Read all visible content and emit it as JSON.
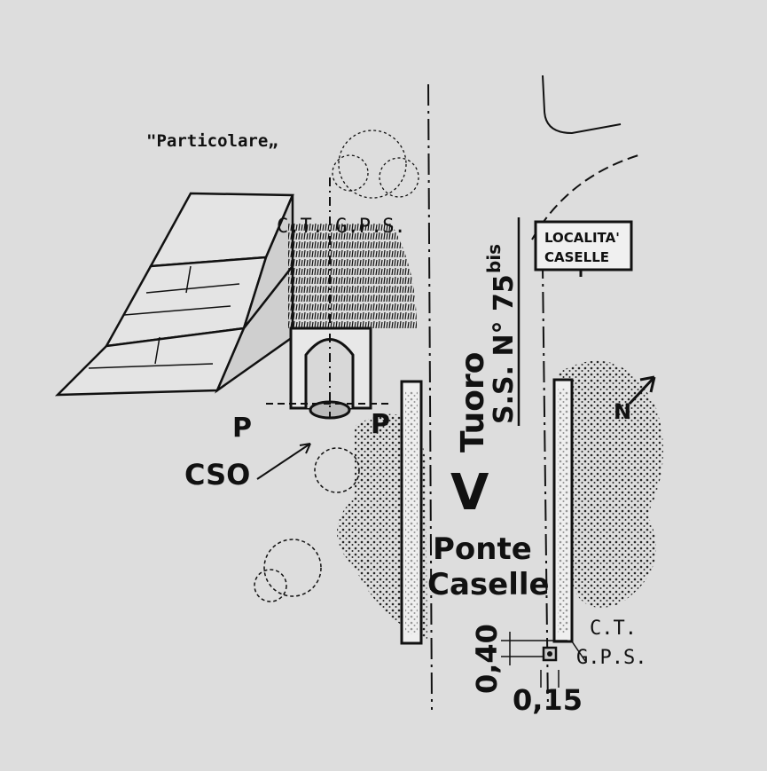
{
  "sketch": {
    "detail_label": "\"Particolare„",
    "survey_mark_top": "C.T. G.P.S.",
    "pillar_left": "P",
    "pillar_right": "P",
    "culvert_label": "CSO",
    "town_sign": [
      "LOCALITA'",
      "CASELLE"
    ],
    "road_label": "S.S. N° 75",
    "road_label_sup": "bis",
    "direction_label": "Tuoro",
    "direction_arrow": "V",
    "bridge_label": [
      "Ponte",
      "Caselle"
    ],
    "north_label": "N",
    "survey_mark_bottom": [
      "C.T.",
      "G.P.S."
    ],
    "dim_height": "0,40",
    "dim_width": "0,15"
  }
}
